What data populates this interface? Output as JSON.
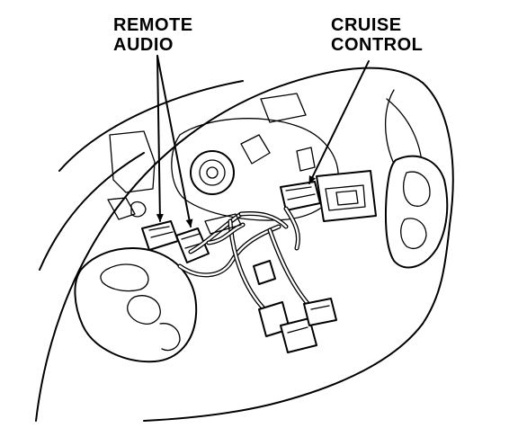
{
  "labels": {
    "remote_audio_line1": "REMOTE",
    "remote_audio_line2": "AUDIO",
    "cruise_control_line1": "CRUISE",
    "cruise_control_line2": "CONTROL"
  },
  "colors": {
    "ink": "#000000",
    "paper": "#ffffff"
  }
}
